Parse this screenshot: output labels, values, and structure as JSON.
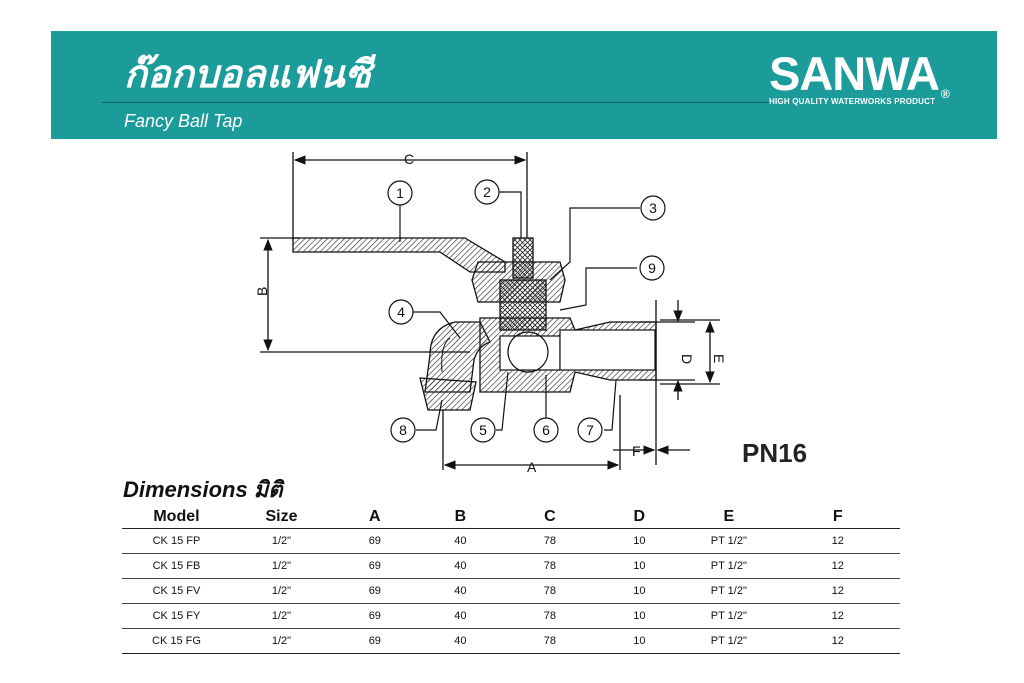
{
  "header": {
    "title_th": "ก๊อกบอลแฟนซี",
    "title_en": "Fancy Ball Tap",
    "brand": "SANWA",
    "brand_reg": "®",
    "brand_tagline": "HIGH QUALITY WATERWORKS PRODUCT"
  },
  "drawing": {
    "part_numbers": [
      "1",
      "2",
      "3",
      "4",
      "5",
      "6",
      "7",
      "8",
      "9"
    ],
    "dimension_letters": [
      "A",
      "B",
      "C",
      "D",
      "E",
      "F"
    ]
  },
  "pressure_rating": "PN16",
  "dimensions": {
    "title": "Dimensions มิติ",
    "columns": [
      "Model",
      "Size",
      "A",
      "B",
      "C",
      "D",
      "E",
      "F"
    ],
    "rows": [
      [
        "CK 15 FP",
        "1/2\"",
        "69",
        "40",
        "78",
        "10",
        "PT 1/2\"",
        "12"
      ],
      [
        "CK 15 FB",
        "1/2\"",
        "69",
        "40",
        "78",
        "10",
        "PT 1/2\"",
        "12"
      ],
      [
        "CK 15 FV",
        "1/2\"",
        "69",
        "40",
        "78",
        "10",
        "PT 1/2\"",
        "12"
      ],
      [
        "CK 15 FY",
        "1/2\"",
        "69",
        "40",
        "78",
        "10",
        "PT 1/2\"",
        "12"
      ],
      [
        "CK 15 FG",
        "1/2\"",
        "69",
        "40",
        "78",
        "10",
        "PT 1/2\"",
        "12"
      ]
    ]
  },
  "colors": {
    "banner": "#1c9b9b",
    "text": "#111111"
  }
}
